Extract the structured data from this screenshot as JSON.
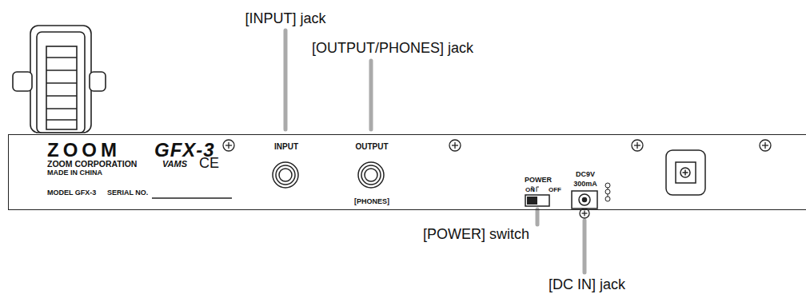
{
  "diagram": {
    "nodes": [
      {
        "text": [
          "ZOOM",
          "GFX-3",
          "ZOOM CORPORATION",
          "MADE IN CHINA",
          "VAMS",
          "CE",
          "MODEL GFX-3",
          "SERIAL NO.",
          "INPUT",
          "OUTPUT",
          "[PHONES]",
          "POWER",
          "ON",
          "OFF",
          "DC9V",
          "300mA"
        ]
      }
    ],
    "labels": [
      "[INPUT] jack",
      "[OUTPUT/PHONES] jack",
      "[POWER] switch",
      "[DC IN] jack"
    ]
  }
}
